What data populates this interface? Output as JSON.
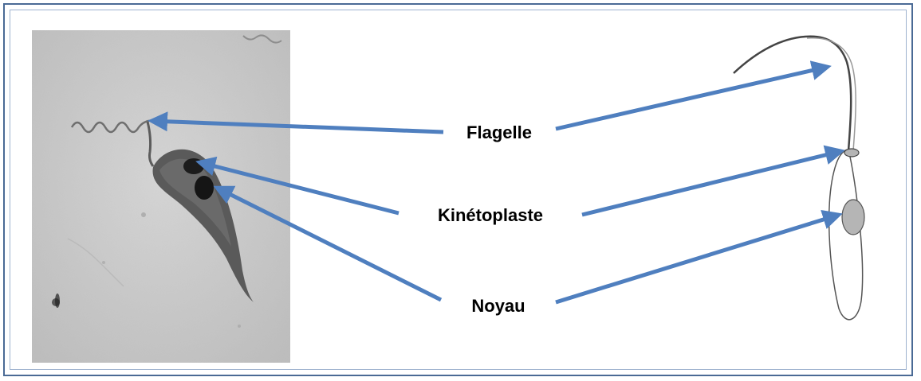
{
  "labels": {
    "flagelle": "Flagelle",
    "kinetoplaste": "Kinétoplaste",
    "noyau": "Noyau"
  },
  "colors": {
    "frame": "#4a6a95",
    "arrow": "#4f7fbf",
    "micrograph_bg": "#c9c9c9",
    "cell_fill": "#ffffff",
    "organelle_fill": "#b5b5b5"
  }
}
